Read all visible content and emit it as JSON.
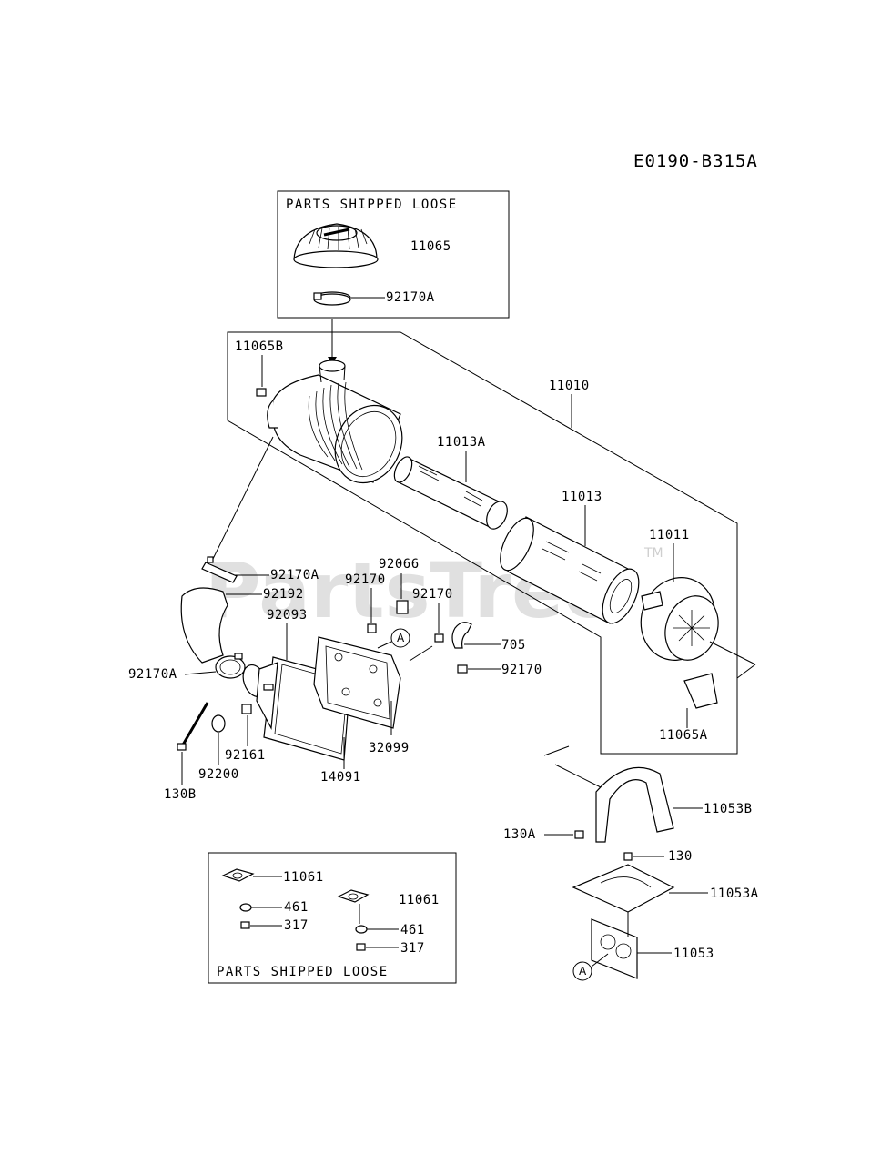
{
  "diagram_code": "E0190-B315A",
  "box_top": {
    "title": "PARTS SHIPPED LOOSE"
  },
  "box_bottom": {
    "title": "PARTS SHIPPED LOOSE"
  },
  "watermark": {
    "text": "PartsTree",
    "tm": "TM"
  },
  "ref_marker": "A",
  "labels": {
    "p11065": "11065",
    "p92170A_top": "92170A",
    "p11065B": "11065B",
    "p11010": "11010",
    "p11013A": "11013A",
    "p11013": "11013",
    "p11011": "11011",
    "p92170A_mid": "92170A",
    "p92192": "92192",
    "p92093": "92093",
    "p92066": "92066",
    "p92170_a": "92170",
    "p92170_b": "92170",
    "p705": "705",
    "p92170_c": "92170",
    "p92170A_low": "92170A",
    "p92161": "92161",
    "p92200": "92200",
    "p130B": "130B",
    "p14091": "14091",
    "p32099": "32099",
    "p11065A": "11065A",
    "p11053B": "11053B",
    "p130A": "130A",
    "p130": "130",
    "p11053A": "11053A",
    "p11053": "11053",
    "p11061_a": "11061",
    "p11061_b": "11061",
    "p461_a": "461",
    "p317_a": "317",
    "p461_b": "461",
    "p317_b": "317"
  }
}
